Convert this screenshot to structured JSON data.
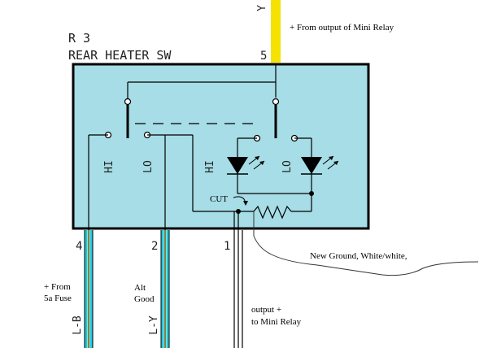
{
  "component": {
    "ref": "R 3",
    "name": "REAR HEATER SW"
  },
  "colors": {
    "body_fill": "#a6dde6",
    "yellow": "#f5e200",
    "cyan": "#1ec8e8",
    "light_yellow": "#ffff99",
    "line": "#000000"
  },
  "switch_labels": {
    "left_hi": "HI",
    "left_lo": "LO",
    "right_hi": "HI",
    "right_lo": "LO",
    "cut": "CUT"
  },
  "pins": {
    "pin5": "5",
    "pin4": "4",
    "pin2": "2",
    "pin1": "1"
  },
  "wire_colors": {
    "top": "Y",
    "pin4": "L-B",
    "pin2": "L-Y"
  },
  "annotations": {
    "top": "+ From output of Mini Relay",
    "ground": "New Ground, White/white,",
    "fuse_line1": "+ From",
    "fuse_line2": "5a Fuse",
    "alt_line1": "Alt",
    "alt_line2": "Good",
    "relay_line1": "output +",
    "relay_line2": "to Mini Relay"
  }
}
